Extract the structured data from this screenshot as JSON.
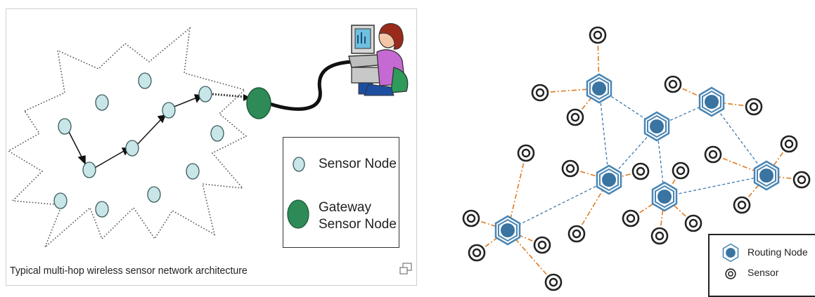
{
  "left_figure": {
    "caption": "Typical multi-hop wireless sensor network architecture",
    "legend": {
      "sensor_node": "Sensor Node",
      "gateway": "Gateway Sensor Node"
    },
    "colors": {
      "sensor_fill": "#c8e6e8",
      "gateway_fill": "#2e8b57",
      "arrow": "#111111"
    },
    "enlarge_icon": "enlarge-icon"
  },
  "right_figure": {
    "legend": {
      "routing_node": "Routing Node",
      "sensor": "Sensor"
    },
    "colors": {
      "routing_fill": "#3a74a0",
      "routing_ring": "#ffffff",
      "routing_outline": "#4a86b4",
      "sensor_ring": "#222222",
      "routing_link": "#3a78b0",
      "sensor_link": "#e07a1f"
    }
  }
}
